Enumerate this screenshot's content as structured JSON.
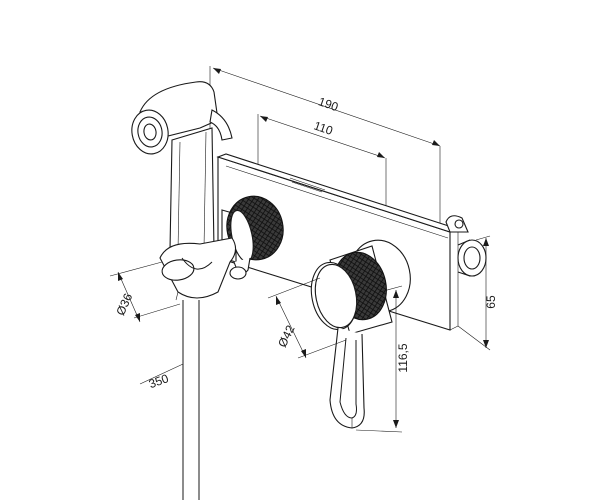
{
  "dimensions": {
    "width_total": "190",
    "width_inner": "110",
    "height_right": "65",
    "diameter_holder": "Ø36",
    "diameter_knob": "Ø42",
    "lever_drop": "116,5",
    "hose_length": "350"
  },
  "colors": {
    "line": "#1a1a1a",
    "knurl": "#2a2a2a",
    "background": "#ffffff"
  }
}
